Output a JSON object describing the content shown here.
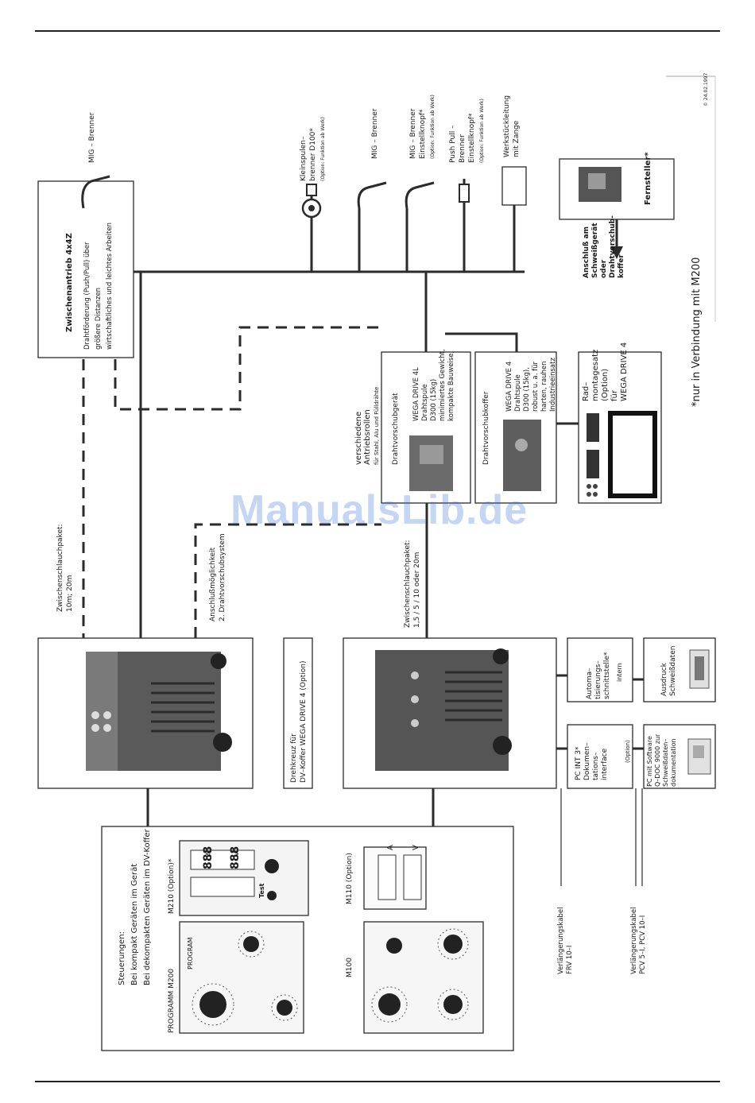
{
  "page": {
    "watermark": "ManualsLib.de",
    "footnote": "*nur in Verbindung mit M200",
    "date_stamp": "© 24.02.1997"
  },
  "colors": {
    "line": "#2b2b2b",
    "watermark": "#2f6fd6"
  },
  "torches_top": [
    {
      "id": "mig1",
      "lines": [
        "MIG – Brenner"
      ]
    },
    {
      "id": "ksb",
      "lines": [
        "Kleinspulen–",
        "brenner D100*",
        "(Option: Funktion ab Werk)"
      ]
    },
    {
      "id": "mig2",
      "lines": [
        "MIG – Brenner"
      ]
    },
    {
      "id": "mig3",
      "lines": [
        "MIG – Brenner",
        "Einstellknopf*",
        "(Option: Funktion ab Werk)"
      ]
    },
    {
      "id": "pp",
      "lines": [
        "Push Pull –",
        "Brenner",
        "Einstellknopf*",
        "(Option: Funktion ab Werk)"
      ]
    },
    {
      "id": "wsl",
      "lines": [
        "Werkstückleitung",
        "mit Zange"
      ]
    }
  ],
  "remote": {
    "label": "Fernsteller*",
    "connection_lines": [
      "Anschluß am",
      "Schweißgerät",
      "oder",
      "",
      "Drahtvorschub-",
      "koffer"
    ]
  },
  "intermediate_drive": {
    "title": "Zwischenantrieb 4x4Z",
    "lines": [
      "Drahtförderung (Push/Pull) über",
      "größere Distanzen",
      "wirtschaftliches und leichtes  Arbeiten"
    ]
  },
  "rollers": {
    "lines": [
      "verschiedene",
      "Antriebsrollen",
      "für Stahl, Alu und Fülldrähte"
    ]
  },
  "feeder1": {
    "caption": "Drahtvorschubgerät",
    "lines": [
      "WEGA DRIVE 4L",
      "Drahtspule",
      "D300 (15kg)",
      "minimiertes Gewicht,",
      "kompakte Bauweise,"
    ]
  },
  "feeder2": {
    "caption": "Drahtvorschubkoffer",
    "lines": [
      "WEGA DRIVE 4",
      "Drahtspule",
      "D300  (15kg),",
      "robust u. a. für",
      "harten, rauhen",
      "Industrieeinsatz"
    ]
  },
  "wheel_kit": {
    "lines": [
      "Rad–",
      "montagesatz",
      "(Option)",
      "für",
      "WEGA DRIVE 4"
    ]
  },
  "hose_long": {
    "lines": [
      "Zwischenschlauchpaket:",
      "10m; 20m"
    ]
  },
  "second_feeder": {
    "lines": [
      "Anschlußmöglichkeit",
      "2. Drahtvorschubsystem"
    ]
  },
  "hose_short": {
    "lines": [
      "Zwischenschlauchpaket:",
      "1,5 /  5 /  10 oder  20m"
    ]
  },
  "turntable": {
    "lines": [
      "Drehkreuz  für",
      "DV–Koffer WEGA DRIVE 4 (Option)"
    ]
  },
  "automation": {
    "lines": [
      "Automa–",
      "tisierungs–",
      "schnittstelle*"
    ],
    "sub": "intern"
  },
  "printout": {
    "lines": [
      "Ausdruck",
      "Schweißdaten"
    ]
  },
  "pc_int": {
    "lines": [
      "PC INT  3*",
      "",
      "Dokumen–",
      "tations–",
      "interface"
    ],
    "sub": "(Option)"
  },
  "pc_software": {
    "lines": [
      "PC mit Software",
      "Q–DOC 9000 zur",
      "Schweißdaten–",
      "dokumentation"
    ]
  },
  "cables": [
    {
      "lines": [
        "Verlängerungskabel",
        "FRV 10–I"
      ]
    },
    {
      "lines": [
        "Verlängerungskabel",
        "PCV 5–I, PCV 10–I"
      ]
    }
  ],
  "controls": {
    "heading": [
      "Steuerungen:",
      "Bei kompakt Geräten im Gerät",
      "Bei dekompakten Geräten im DV-Koffer"
    ],
    "m210": "M210 (Option)*",
    "m200": "PROGRAMM M200",
    "program": "PROGRAM",
    "m110": "M110 (Option)",
    "m100": "M100",
    "display_digits": "888",
    "unit_a": "A",
    "unit_v": "V",
    "test": "Test"
  }
}
